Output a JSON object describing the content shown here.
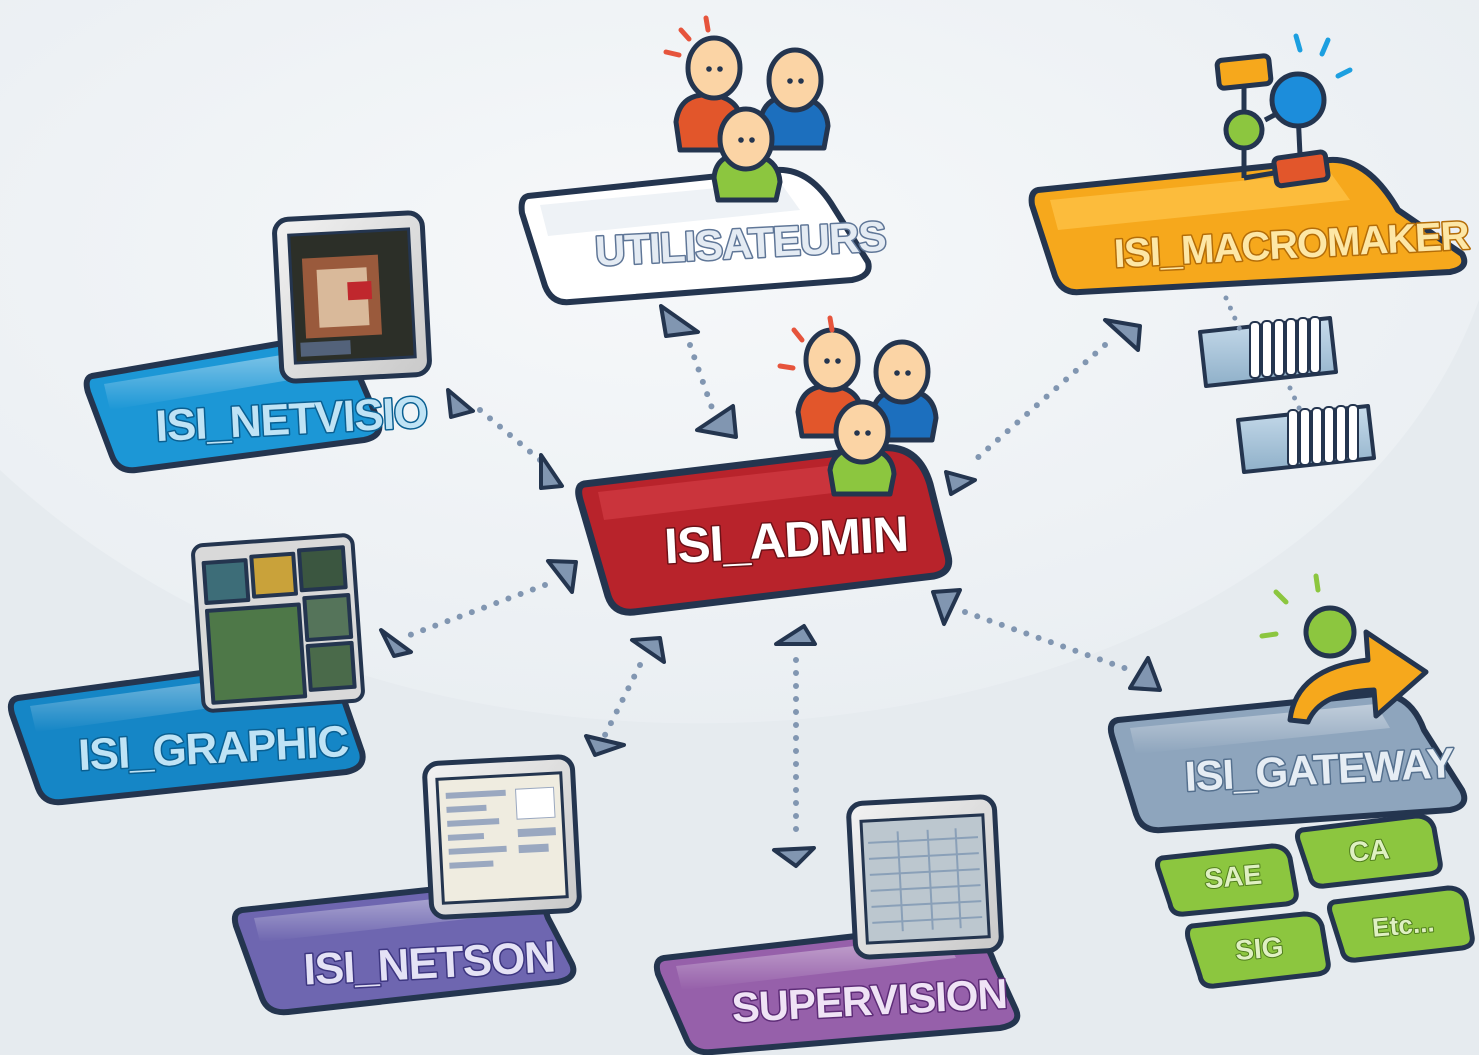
{
  "diagram": {
    "center": {
      "label": "ISI_ADMIN"
    },
    "nodes": [
      {
        "id": "utilisateurs",
        "label": "UTILISATEURS"
      },
      {
        "id": "macromaker",
        "label": "ISI_MACROMAKER"
      },
      {
        "id": "netvisio",
        "label": "ISI_NETVISIO"
      },
      {
        "id": "graphic",
        "label": "ISI_GRAPHIC"
      },
      {
        "id": "netson",
        "label": "ISI_NETSON"
      },
      {
        "id": "supervision",
        "label": "SUPERVISION"
      },
      {
        "id": "gateway",
        "label": "ISI_GATEWAY"
      }
    ],
    "gateway_protocols": [
      "SAE",
      "CA",
      "SIG",
      "Etc..."
    ]
  },
  "colors": {
    "admin": "#b8232b",
    "utilisateurs": "#ffffff",
    "macromaker": "#f6a81c",
    "netvisio": "#1c97d6",
    "graphic": "#1586c6",
    "netson": "#6e66b0",
    "supervision": "#9660aa",
    "gateway": "#8ea5bd",
    "protocol": "#8cc63f",
    "connector": "#8196b1"
  },
  "icons": {
    "admin": "users-group-icon",
    "utilisateurs": "users-group-icon",
    "macromaker": "flowchart-icon",
    "netvisio": "video-screen-icon",
    "graphic": "image-grid-icon",
    "netson": "form-screen-icon",
    "supervision": "table-screen-icon",
    "gateway": "forward-arrow-icon"
  }
}
